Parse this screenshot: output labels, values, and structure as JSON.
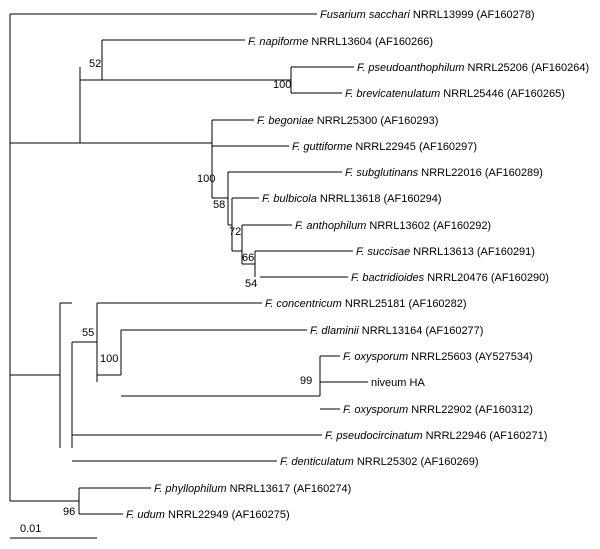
{
  "scale_bar": {
    "label": "0.01"
  },
  "taxa": [
    {
      "id": "t1",
      "species": "Fusarium sacchari",
      "strain": " NRRL13999 (AF160278)"
    },
    {
      "id": "t2",
      "species": "F. napiforme",
      "strain": " NRRL13604 (AF160266)"
    },
    {
      "id": "t3",
      "species": "F. pseudoanthophilum",
      "strain": " NRRL25206 (AF160264)"
    },
    {
      "id": "t4",
      "species": "F. brevicatenulatum",
      "strain": " NRRL25446 (AF160265)"
    },
    {
      "id": "t5",
      "species": "F. begoniae",
      "strain": " NRRL25300 (AF160293)"
    },
    {
      "id": "t6",
      "species": "F. guttiforme",
      "strain": " NRRL22945 (AF160297)"
    },
    {
      "id": "t7",
      "species": "F. subglutinans",
      "strain": " NRRL22016 (AF160289)"
    },
    {
      "id": "t8",
      "species": "F. bulbicola",
      "strain": " NRRL13618 (AF160294)"
    },
    {
      "id": "t9",
      "species": "F. anthophilum",
      "strain": " NRRL13602 (AF160292)"
    },
    {
      "id": "t10",
      "species": "F. succisae",
      "strain": " NRRL13613 (AF160291)"
    },
    {
      "id": "t11",
      "species": "F. bactridioides",
      "strain": " NRRL20476 (AF160290)"
    },
    {
      "id": "t12",
      "species": "F. concentricum",
      "strain": " NRRL25181 (AF160282)"
    },
    {
      "id": "t13",
      "species": "F. dlaminii",
      "strain": " NRRL13164 (AF160277)"
    },
    {
      "id": "t14",
      "species": "F. oxysporum",
      "strain": " NRRL25603 (AY527534)"
    },
    {
      "id": "t15",
      "species": "",
      "strain": "niveum HA"
    },
    {
      "id": "t16",
      "species": "F. oxysporum",
      "strain": " NRRL22902 (AF160312)"
    },
    {
      "id": "t17",
      "species": "F. pseudocircinatum",
      "strain": " NRRL22946 (AF160271)"
    },
    {
      "id": "t18",
      "species": "F. denticulatum",
      "strain": " NRRL25302 (AF160269)"
    },
    {
      "id": "t19",
      "species": "F. phyllophilum",
      "strain": " NRRL13617 (AF160274)"
    },
    {
      "id": "t20",
      "species": "F. udum",
      "strain": " NRRL22949 (AF160275)"
    }
  ],
  "bootstrap": [
    {
      "id": "b1",
      "value": "52"
    },
    {
      "id": "b2",
      "value": "100"
    },
    {
      "id": "b3",
      "value": "100"
    },
    {
      "id": "b4",
      "value": "58"
    },
    {
      "id": "b5",
      "value": "72"
    },
    {
      "id": "b6",
      "value": "66"
    },
    {
      "id": "b7",
      "value": "54"
    },
    {
      "id": "b8",
      "value": "55"
    },
    {
      "id": "b9",
      "value": "100"
    },
    {
      "id": "b10",
      "value": "99"
    },
    {
      "id": "b11",
      "value": "96"
    }
  ]
}
